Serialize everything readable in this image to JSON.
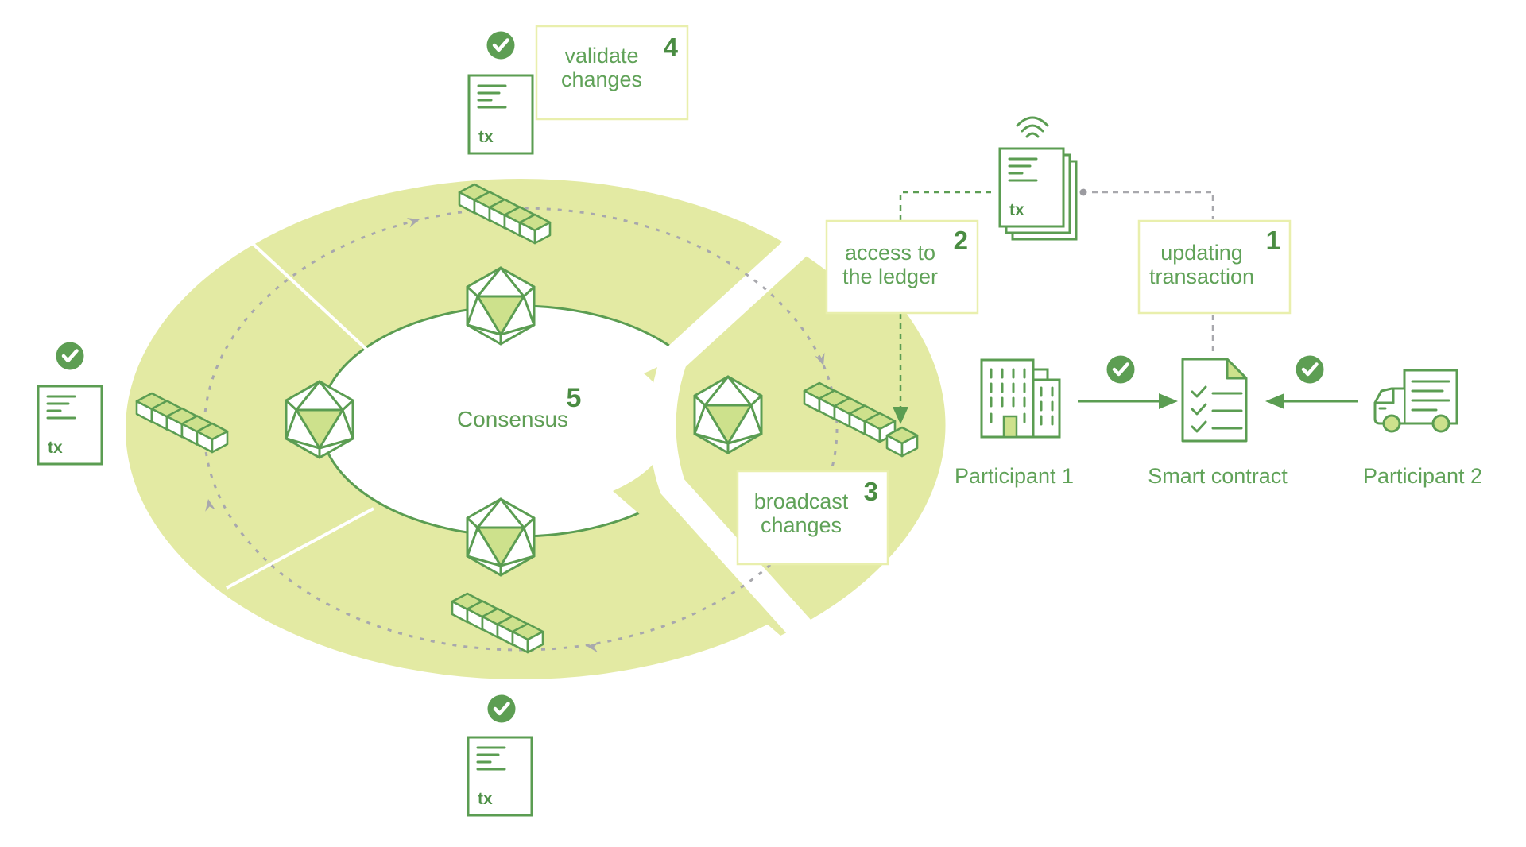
{
  "colors": {
    "accent_green": "#5b9d52",
    "text_green": "#60a258",
    "number_green": "#4a8c42",
    "pale_ring_fill": "#e3eaa3",
    "light_green_fill": "#cde18c",
    "box_border": "#e9efad",
    "check_circle_green": "#5d9e53",
    "dash_gray": "#a8a8ad",
    "background": "#ffffff"
  },
  "consensus": {
    "label": "Consensus",
    "number": "5"
  },
  "steps": {
    "step1": {
      "number": "1",
      "line1": "updating",
      "line2": "transaction"
    },
    "step2": {
      "number": "2",
      "line1": "access to",
      "line2": "the ledger"
    },
    "step3": {
      "number": "3",
      "line1": "broadcast",
      "line2": "changes"
    },
    "step4": {
      "number": "4",
      "line1": "validate",
      "line2": "changes"
    }
  },
  "actors": {
    "participant1": {
      "label": "Participant 1"
    },
    "smart_contract": {
      "label": "Smart contract"
    },
    "participant2": {
      "label": "Participant 2"
    }
  },
  "documents": {
    "tx_label": "tx"
  }
}
